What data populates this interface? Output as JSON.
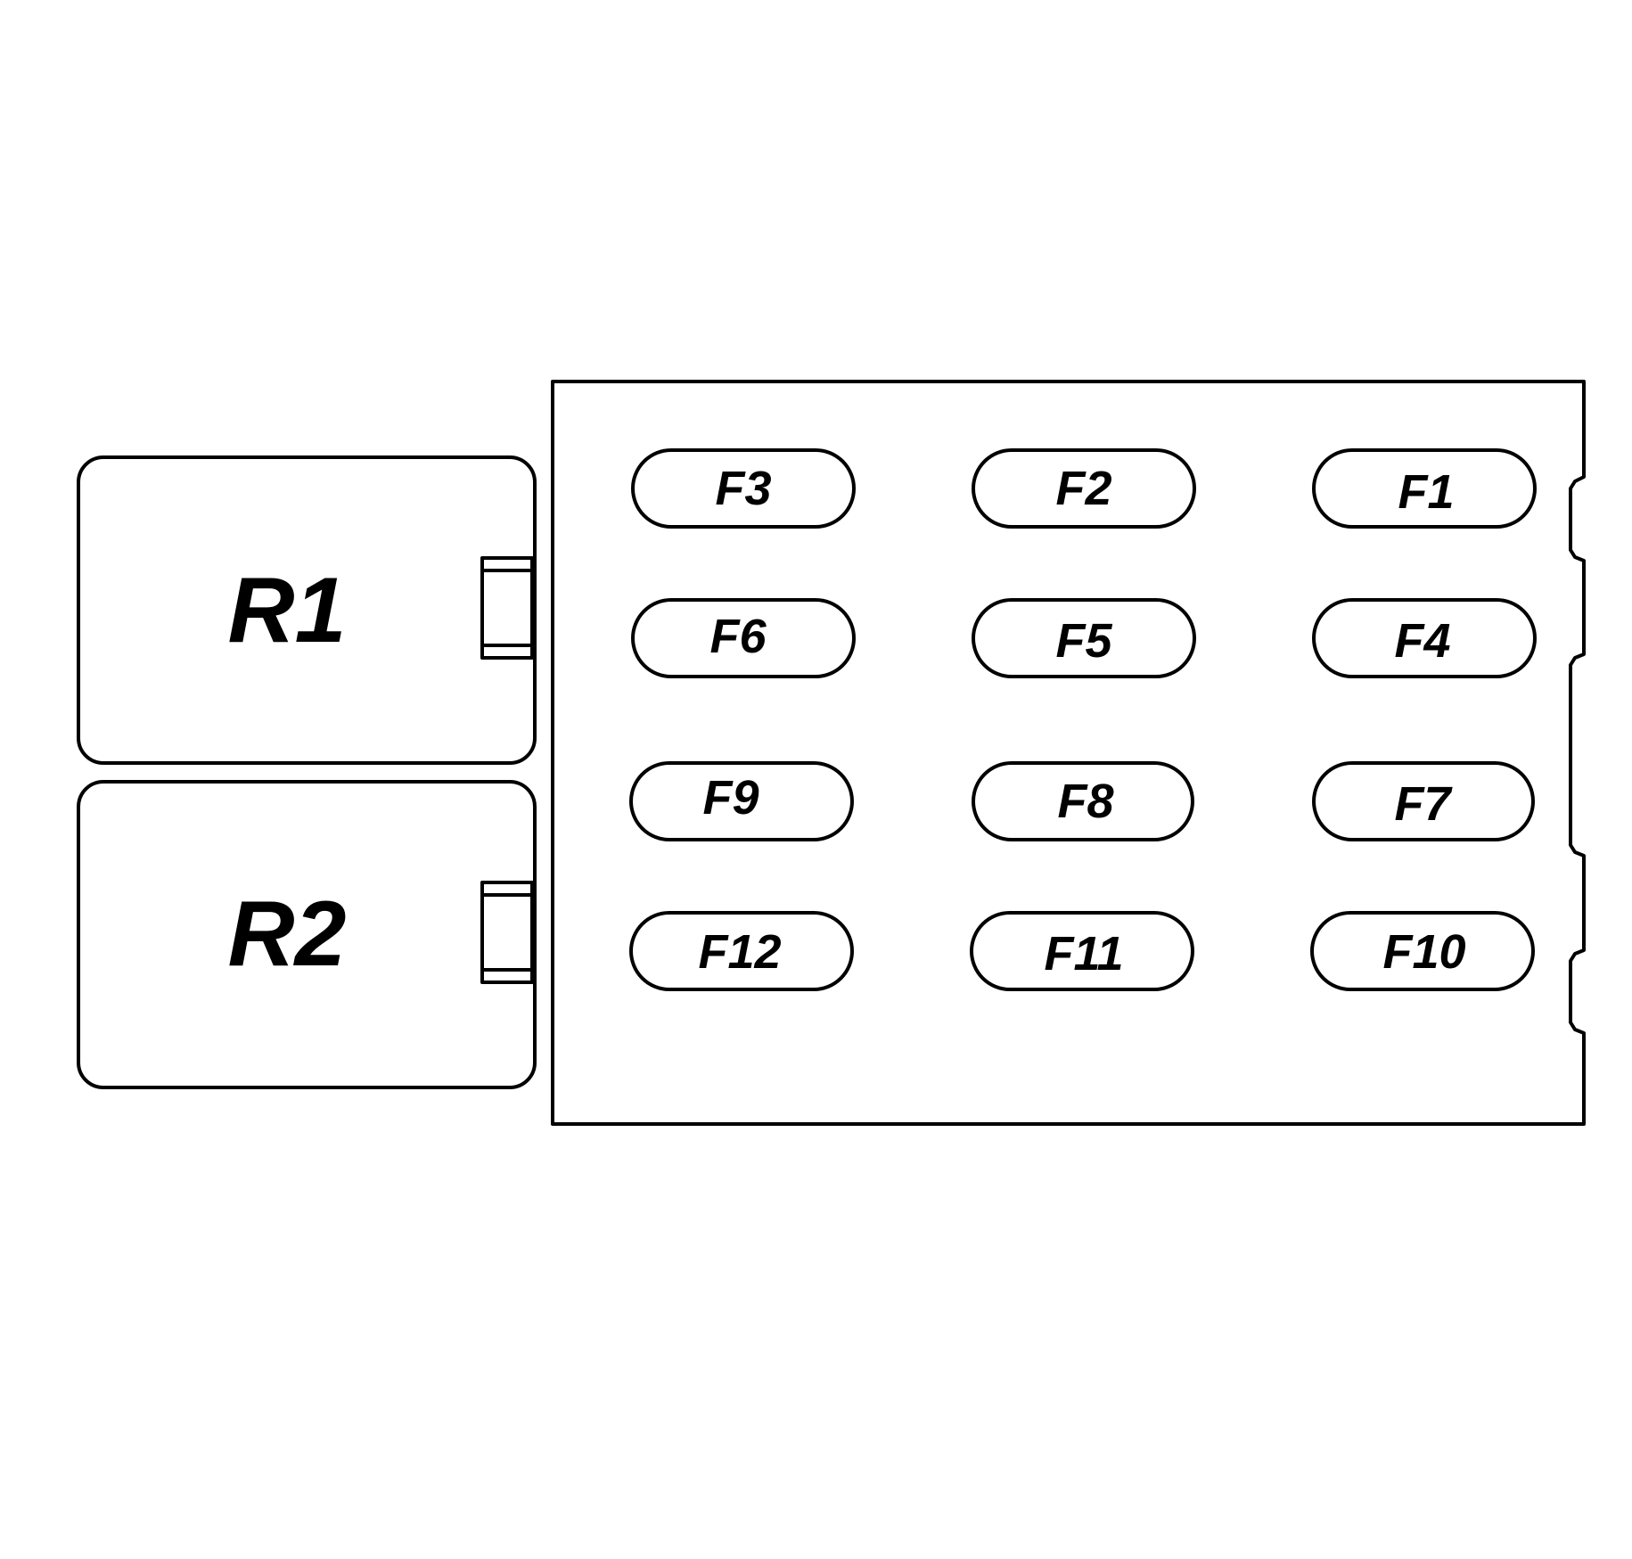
{
  "relays": [
    {
      "id": "r1",
      "label": "R1"
    },
    {
      "id": "r2",
      "label": "R2"
    }
  ],
  "fuses": [
    {
      "id": "f3",
      "label": "F3"
    },
    {
      "id": "f2",
      "label": "F2"
    },
    {
      "id": "f1",
      "label": "F1"
    },
    {
      "id": "f6",
      "label": "F6"
    },
    {
      "id": "f5",
      "label": "F5"
    },
    {
      "id": "f4",
      "label": "F4"
    },
    {
      "id": "f9",
      "label": "F9"
    },
    {
      "id": "f8",
      "label": "F8"
    },
    {
      "id": "f7",
      "label": "F7"
    },
    {
      "id": "f12",
      "label": "F12"
    },
    {
      "id": "f11",
      "label": "F11"
    },
    {
      "id": "f10",
      "label": "F10"
    }
  ],
  "colors": {
    "stroke": "#000000",
    "background": "#ffffff"
  }
}
